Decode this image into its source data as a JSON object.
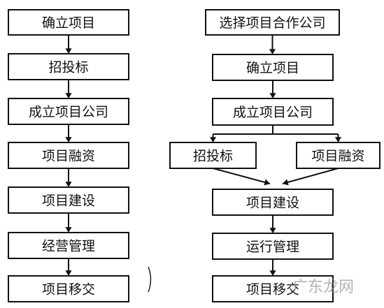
{
  "diagram": {
    "left_flow": {
      "nodes": [
        {
          "id": "l1",
          "label": "确立项目"
        },
        {
          "id": "l2",
          "label": "招投标"
        },
        {
          "id": "l3",
          "label": "成立项目公司"
        },
        {
          "id": "l4",
          "label": "项目融资"
        },
        {
          "id": "l5",
          "label": "项目建设"
        },
        {
          "id": "l6",
          "label": "经营管理"
        },
        {
          "id": "l7",
          "label": "项目移交"
        }
      ]
    },
    "right_flow": {
      "nodes": [
        {
          "id": "r1",
          "label": "选择项目合作公司"
        },
        {
          "id": "r2",
          "label": "确立项目"
        },
        {
          "id": "r3",
          "label": "成立项目公司"
        },
        {
          "id": "r4a",
          "label": "招投标"
        },
        {
          "id": "r4b",
          "label": "项目融资"
        },
        {
          "id": "r5",
          "label": "项目建设"
        },
        {
          "id": "r6",
          "label": "运行管理"
        },
        {
          "id": "r7",
          "label": "项目移交"
        }
      ]
    },
    "edges": [
      {
        "from": "l1",
        "to": "l2"
      },
      {
        "from": "l2",
        "to": "l3"
      },
      {
        "from": "l3",
        "to": "l4"
      },
      {
        "from": "l4",
        "to": "l5"
      },
      {
        "from": "l5",
        "to": "l6"
      },
      {
        "from": "l6",
        "to": "l7"
      },
      {
        "from": "r1",
        "to": "r2"
      },
      {
        "from": "r2",
        "to": "r3"
      },
      {
        "from": "r3",
        "to": "r4a"
      },
      {
        "from": "r3",
        "to": "r4b"
      },
      {
        "from": "r4a",
        "to": "r5"
      },
      {
        "from": "r4b",
        "to": "r5"
      },
      {
        "from": "r5",
        "to": "r6"
      },
      {
        "from": "r6",
        "to": "r7"
      }
    ]
  },
  "watermark": {
    "text": "广东龙网"
  }
}
